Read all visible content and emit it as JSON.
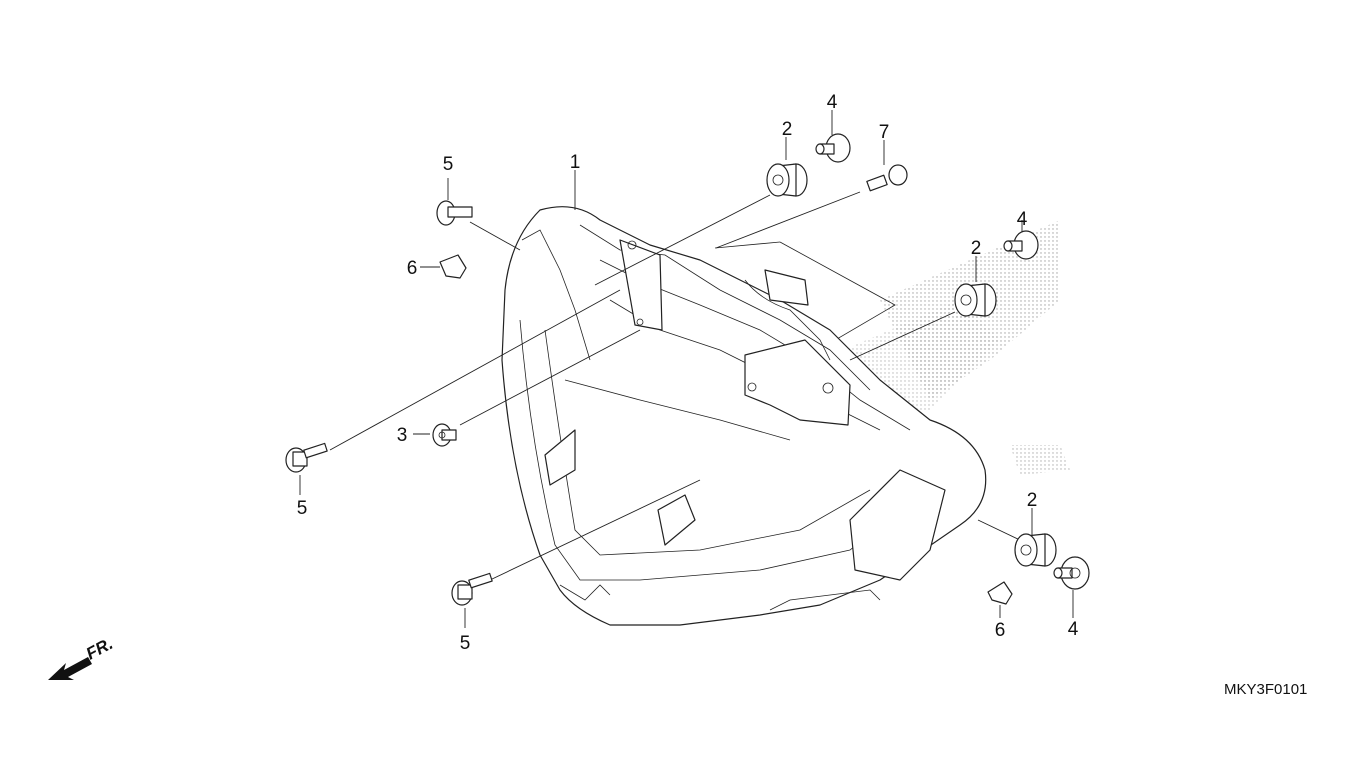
{
  "callouts": {
    "c1": "1",
    "c2a": "2",
    "c2b": "2",
    "c2c": "2",
    "c3": "3",
    "c4a": "4",
    "c4b": "4",
    "c4c": "4",
    "c5a": "5",
    "c5b": "5",
    "c5c": "5",
    "c6a": "6",
    "c6b": "6",
    "c7": "7"
  },
  "direction_label": "FR.",
  "diagram_code": "MKY3F0101"
}
